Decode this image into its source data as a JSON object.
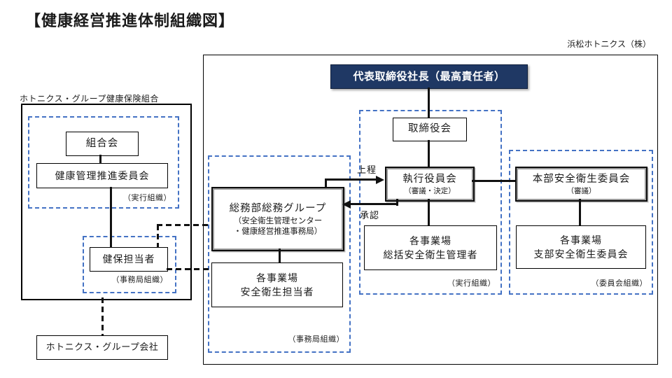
{
  "title": "【健康経営推進体制組織図】",
  "corner_label": "浜松ホトニクス（株）",
  "colors": {
    "navy_header": "#1f3864",
    "group_outline_blue": "#4472c4",
    "line_black": "#111111"
  },
  "left": {
    "label": "ホトニクス・グループ健康保険組合",
    "union_assembly": "組合会",
    "health_committee": "健康管理推進委員会",
    "exec_org_tag": "（実行組織）",
    "kenpo_staff": "健保担当者",
    "office_org_tag": "（事務局組織）",
    "group_company": "ホトニクス・グループ会社"
  },
  "right": {
    "president": "代表取締役社長（最高責任者）",
    "board": "取締役会",
    "exec_council": "執行役員会",
    "exec_council_sub": "（審議・決定）",
    "hq_committee": "本部安全衛生委員会",
    "hq_committee_sub": "（審議）",
    "somu_title": "総務部総務グループ",
    "somu_sub1": "（安全衛生管理センター",
    "somu_sub2": "・健康経営推進事務局）",
    "site_manager_1": "各事業場",
    "site_manager_2": "総括安全衛生管理者",
    "branch_committee_1": "各事業場",
    "branch_committee_2": "支部安全衛生委員会",
    "site_staff_1": "各事業場",
    "site_staff_2": "安全衛生担当者",
    "submit_label": "上程",
    "approve_label": "承認",
    "exec_org_tag": "（実行組織）",
    "committee_org_tag": "（委員会組織）",
    "office_org_tag": "（事務局組織）"
  }
}
